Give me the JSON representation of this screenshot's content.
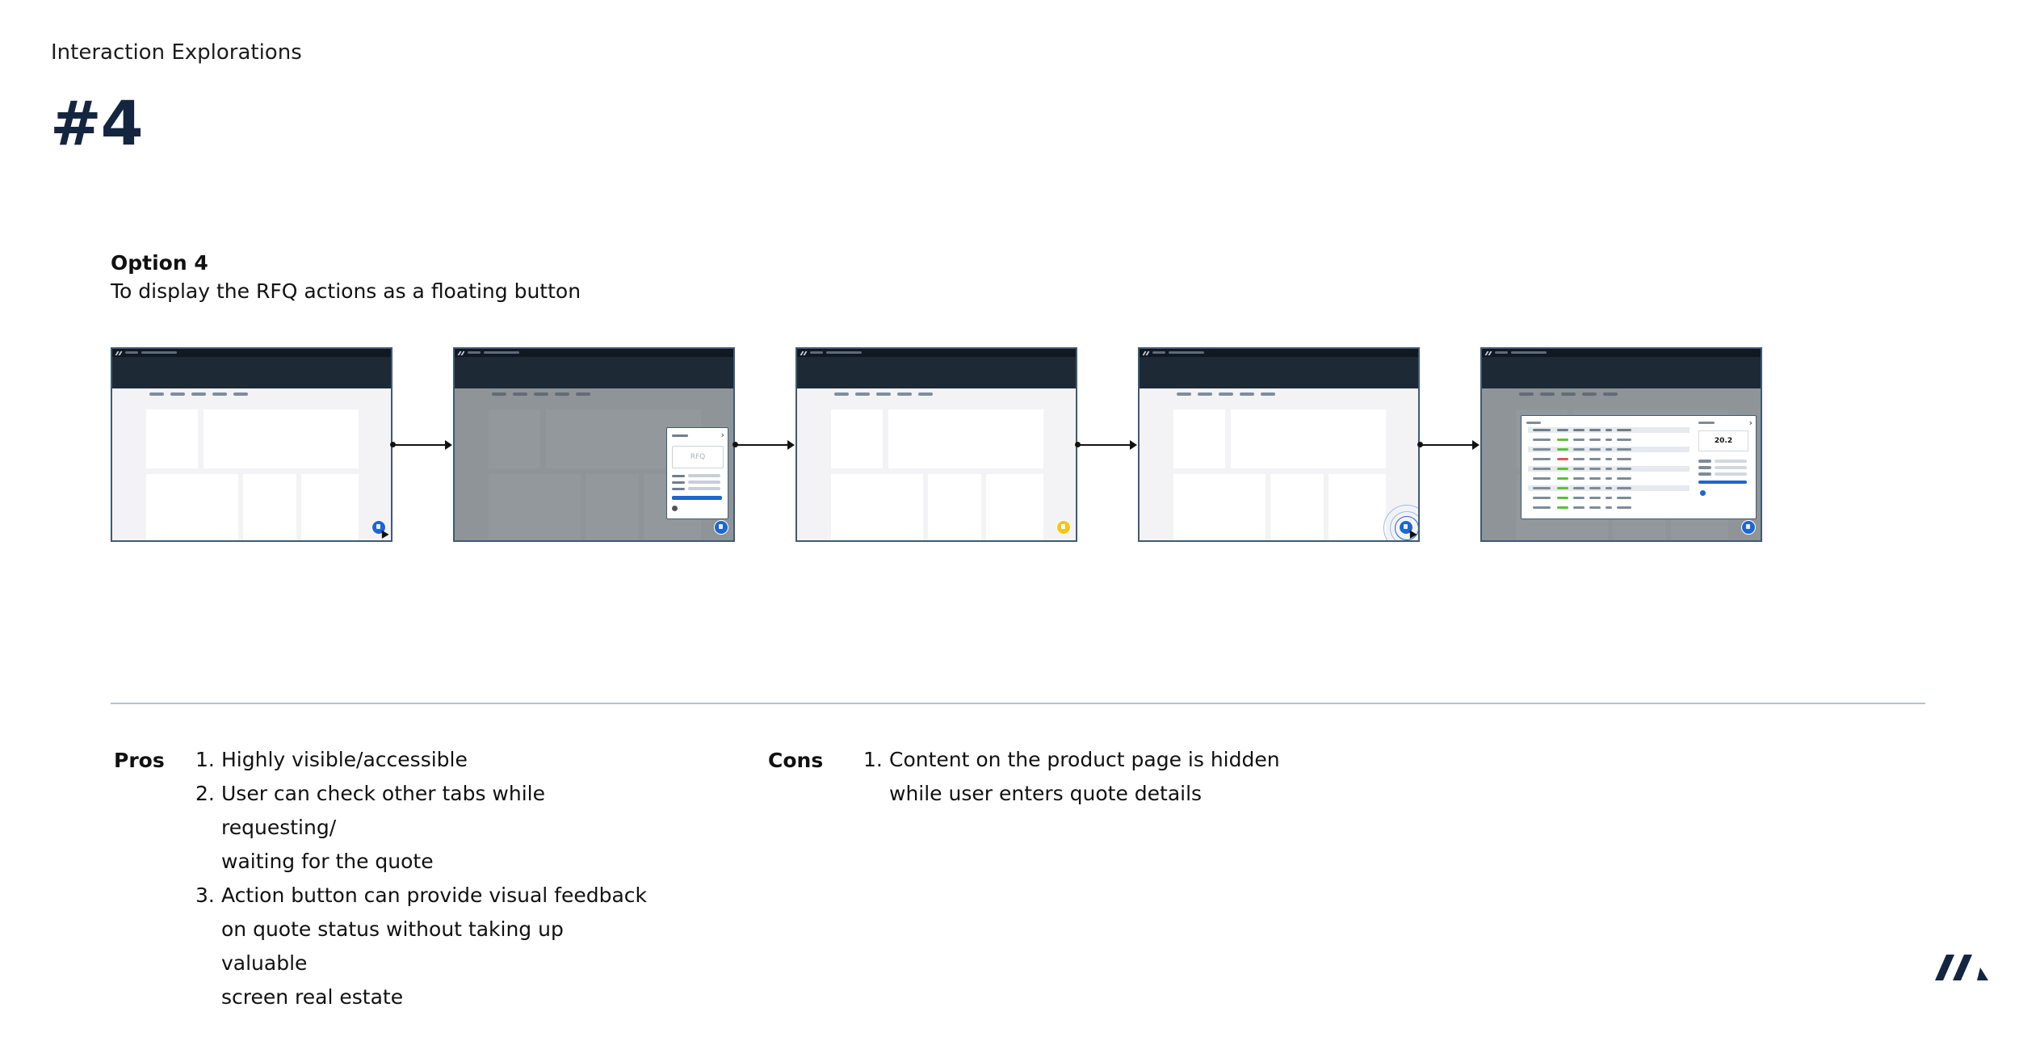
{
  "header": {
    "eyebrow": "Interaction Explorations",
    "number": "#4"
  },
  "option": {
    "title": "Option 4",
    "description": "To display the RFQ actions as a floating button"
  },
  "screens": {
    "rfq_panel_label": "RFQ",
    "quote_value": "20.2",
    "fab_colors": {
      "default": "#1e66d0",
      "pending": "#f5c518"
    }
  },
  "pros": {
    "label": "Pros",
    "items": [
      {
        "num": "1.",
        "lines": [
          "Highly visible/accessible"
        ]
      },
      {
        "num": "2.",
        "lines": [
          "User can check other tabs while requesting/",
          "waiting for the quote"
        ]
      },
      {
        "num": "3.",
        "lines": [
          "Action button can provide visual feedback",
          "on quote status without taking up valuable",
          "screen real estate"
        ]
      }
    ]
  },
  "cons": {
    "label": "Cons",
    "items": [
      {
        "num": "1.",
        "lines": [
          "Content on the product page is hidden",
          "while user enters quote details"
        ]
      }
    ]
  },
  "colors": {
    "heading": "#14263f",
    "screen_border": "#3f5a75",
    "app_header": "#1d2a36",
    "accent_blue": "#1e66d0",
    "accent_yellow": "#f5c518",
    "divider": "#b7c2cc"
  }
}
